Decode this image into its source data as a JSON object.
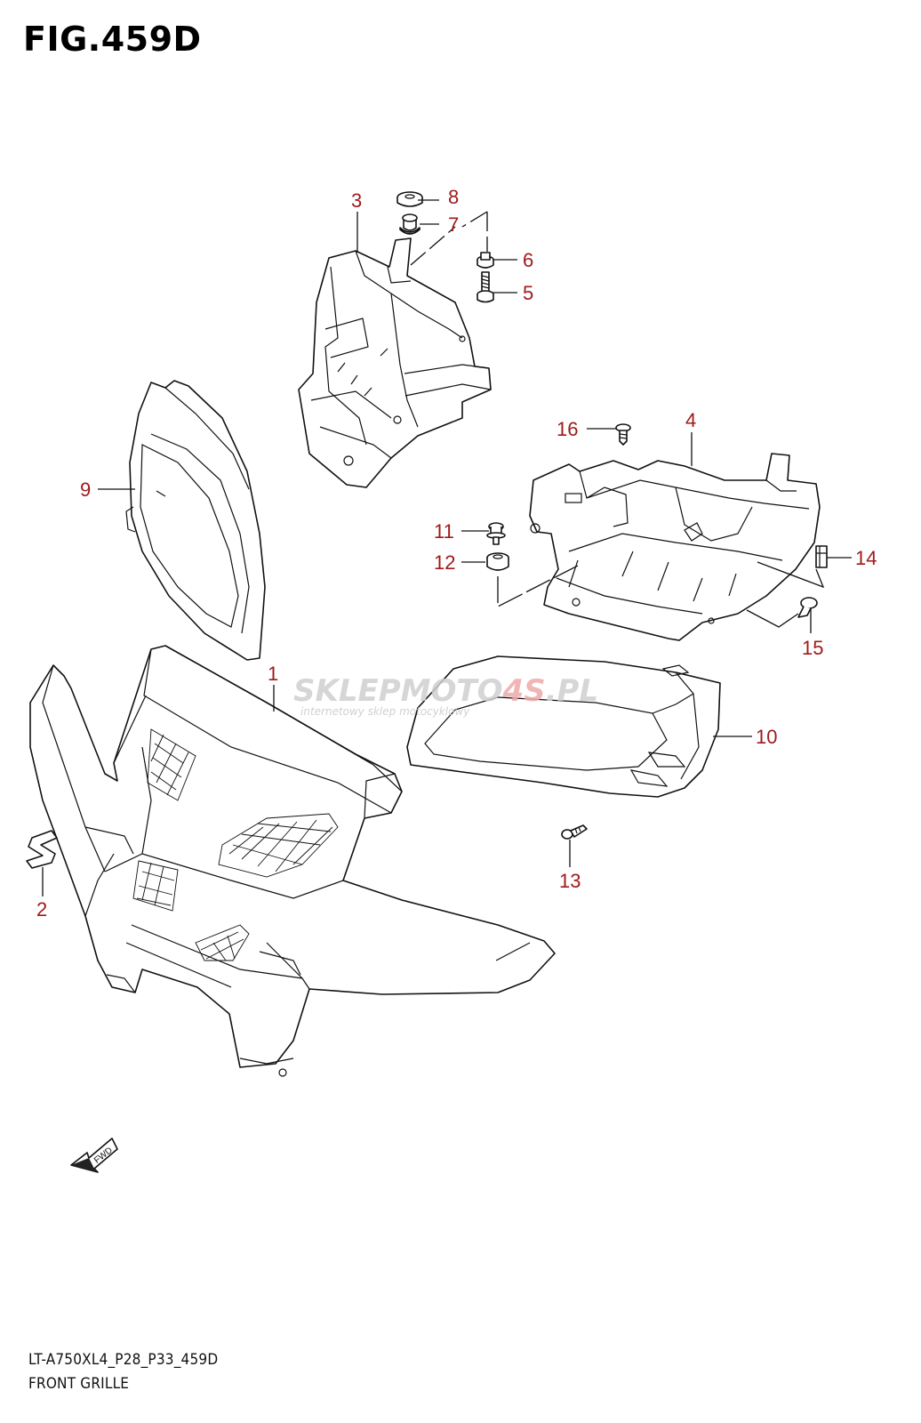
{
  "figure": {
    "title": "FIG.459D",
    "model_code": "LT-A750XL4_P28_P33_459D",
    "name": "FRONT GRILLE"
  },
  "callouts": [
    {
      "id": "1",
      "label": "1"
    },
    {
      "id": "2",
      "label": "2"
    },
    {
      "id": "3",
      "label": "3"
    },
    {
      "id": "4",
      "label": "4"
    },
    {
      "id": "5",
      "label": "5"
    },
    {
      "id": "6",
      "label": "6"
    },
    {
      "id": "7",
      "label": "7"
    },
    {
      "id": "8",
      "label": "8"
    },
    {
      "id": "9",
      "label": "9"
    },
    {
      "id": "10",
      "label": "10"
    },
    {
      "id": "11",
      "label": "11"
    },
    {
      "id": "12",
      "label": "12"
    },
    {
      "id": "13",
      "label": "13"
    },
    {
      "id": "14",
      "label": "14"
    },
    {
      "id": "15",
      "label": "15"
    },
    {
      "id": "16",
      "label": "16"
    }
  ],
  "fwd_marker": "FWD",
  "watermark": {
    "main_a": "SKLEPMOTO",
    "main_b": "4S",
    "main_c": ".PL",
    "sub": "internetowy sklep motocyklowy",
    "color_gray": "#c9c9c9",
    "color_red": "#e8a0a0"
  },
  "colors": {
    "callout": "#a01a1a",
    "line": "#111111"
  }
}
